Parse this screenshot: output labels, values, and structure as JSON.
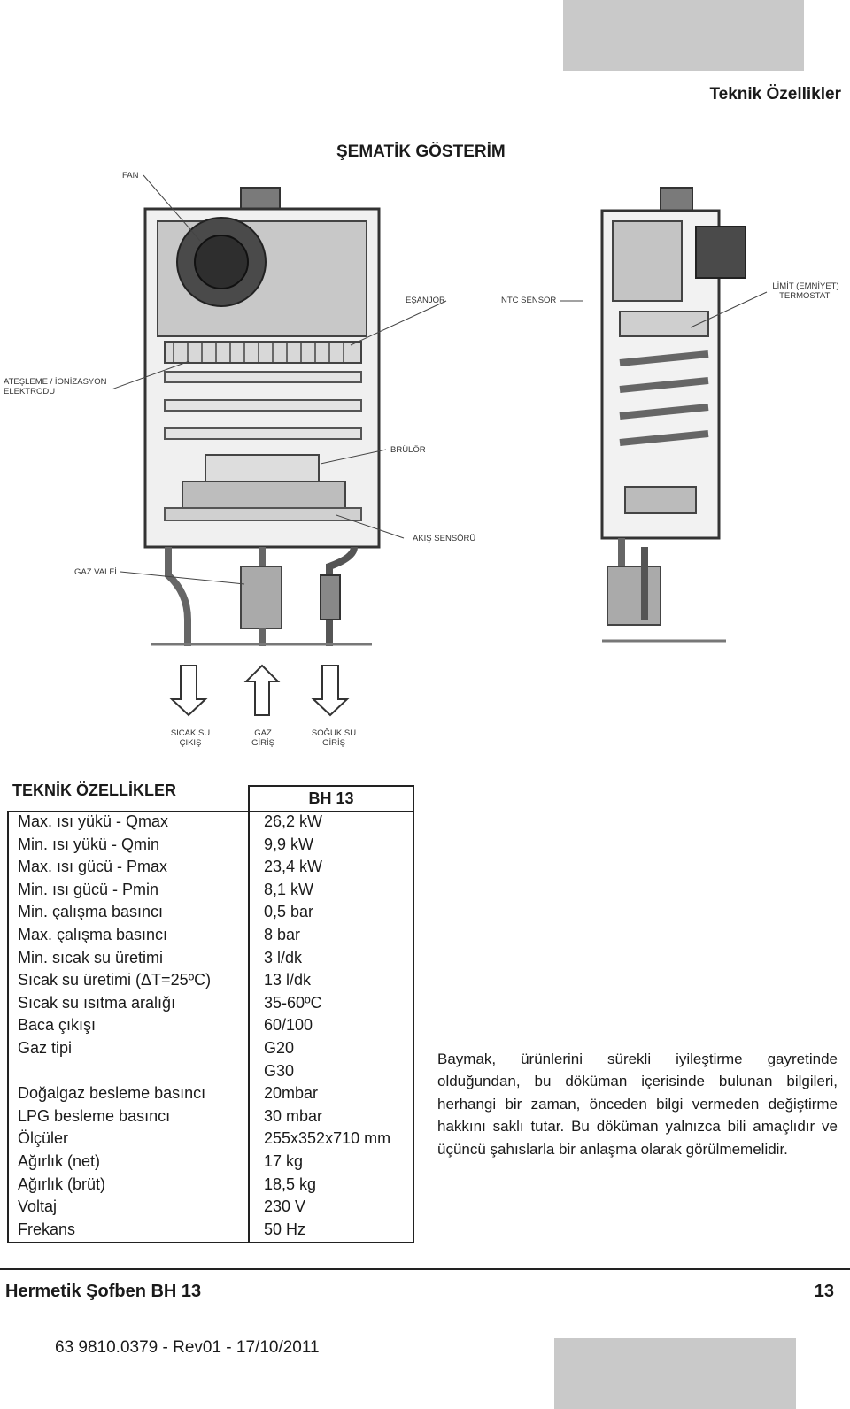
{
  "header": {
    "section_title": "Teknik Özellikler"
  },
  "schematic": {
    "title": "ŞEMATİK GÖSTERİM",
    "labels": {
      "fan": "FAN",
      "esanjor": "EŞANJÖR",
      "ntc": "NTC SENSÖR",
      "limit_1": "LİMİT (EMNİYET)",
      "limit_2": "TERMOSTATI",
      "ates_1": "ATEŞLEME / İONİZASYON",
      "ates_2": "ELEKTRODU",
      "brulor": "BRÜLÖR",
      "akis": "AKIŞ SENSÖRÜ",
      "gaz_valfi": "GAZ VALFİ",
      "sicak_1": "SICAK SU",
      "sicak_2": "ÇIKIŞ",
      "gaz_1": "GAZ",
      "gaz_2": "GİRİŞ",
      "soguk_1": "SOĞUK SU",
      "soguk_2": "GİRİŞ"
    }
  },
  "specs": {
    "title": "TEKNİK ÖZELLİKLER",
    "model": "BH 13",
    "rows": [
      {
        "k": "Max. ısı yükü - Qmax",
        "v": "26,2 kW"
      },
      {
        "k": "Min. ısı yükü - Qmin",
        "v": "9,9 kW"
      },
      {
        "k": "Max. ısı gücü - Pmax",
        "v": "23,4 kW"
      },
      {
        "k": "Min. ısı gücü - Pmin",
        "v": "8,1 kW"
      },
      {
        "k": "Min. çalışma basıncı",
        "v": "0,5 bar"
      },
      {
        "k": "Max. çalışma basıncı",
        "v": "8 bar"
      },
      {
        "k": "Min. sıcak su üretimi",
        "v": "3 l/dk"
      },
      {
        "k": "Sıcak su üretimi (ΔT=25ºC)",
        "v": "13 l/dk"
      },
      {
        "k": "Sıcak su ısıtma aralığı",
        "v": "35-60ºC"
      },
      {
        "k": "Baca çıkışı",
        "v": "60/100"
      },
      {
        "k": "Gaz tipi",
        "v": "G20"
      },
      {
        "k": "",
        "v": "G30"
      },
      {
        "k": "Doğalgaz besleme basıncı",
        "v": "20mbar"
      },
      {
        "k": "LPG besleme basıncı",
        "v": "30 mbar"
      },
      {
        "k": "Ölçüler",
        "v": "255x352x710 mm"
      },
      {
        "k": "Ağırlık (net)",
        "v": "17 kg"
      },
      {
        "k": "Ağırlık (brüt)",
        "v": "18,5 kg"
      },
      {
        "k": "Voltaj",
        "v": "230 V"
      },
      {
        "k": "Frekans",
        "v": "50 Hz"
      }
    ]
  },
  "note": "Baymak, ürünlerini sürekli iyileştirme gayretinde olduğundan, bu döküman içerisinde bulunan bilgileri, herhangi bir zaman, önceden bilgi vermeden değiştirme hakkını saklı tutar. Bu döküman yalnızca bili amaçlıdır ve üçüncü şahıslarla bir anlaşma olarak görülmemelidir.",
  "footer": {
    "product": "Hermetik Şofben BH 13",
    "page": "13",
    "doc_code": "63 9810.0379  -  Rev01 - 17/10/2011"
  }
}
